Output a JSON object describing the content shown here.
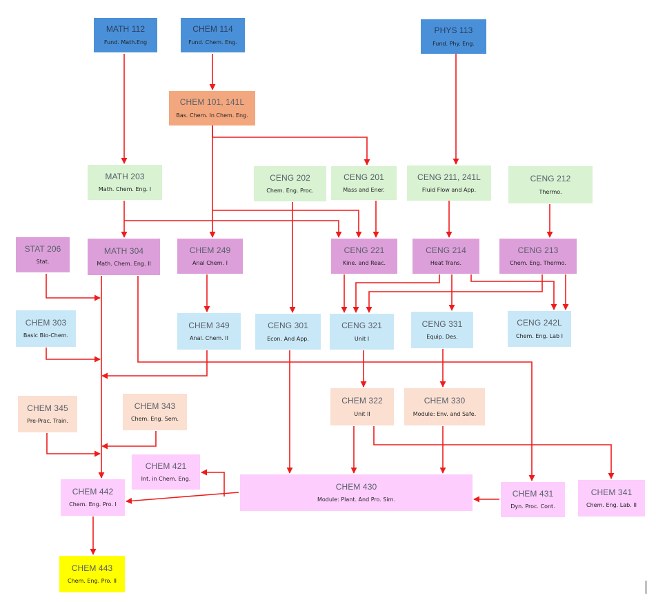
{
  "colors": {
    "arrow": "#ee1c1c",
    "blue": "#4a90d9",
    "orange": "#f3a77f",
    "light_green": "#d8f2d2",
    "purple": "#dd9fda",
    "light_blue": "#c9e8f7",
    "peach": "#fbdfd0",
    "pink": "#fdcdfd",
    "yellow": "#ffff00"
  },
  "courses": {
    "math112": {
      "code": "MATH 112",
      "name": "Fund. Math.Eng",
      "color": "#4a90d9"
    },
    "chem114": {
      "code": "CHEM 114",
      "name": "Fund. Chem. Eng.",
      "color": "#4a90d9"
    },
    "phys113": {
      "code": "PHYS 113",
      "name": "Fund. Phy. Eng.",
      "color": "#4a90d9"
    },
    "chem101": {
      "code": "CHEM 101, 141L",
      "name": "Bas. Chem. In Chem. Eng.",
      "color": "#f3a77f"
    },
    "math203": {
      "code": "MATH 203",
      "name": "Math. Chem. Eng. I",
      "color": "#d8f2d2"
    },
    "ceng202": {
      "code": "CENG 202",
      "name": "Chem. Eng. Proc.",
      "color": "#d8f2d2"
    },
    "ceng201": {
      "code": "CENG 201",
      "name": "Mass and Ener.",
      "color": "#d8f2d2"
    },
    "ceng211": {
      "code": "CENG 211, 241L",
      "name": "Fluid Flow and App.",
      "color": "#d8f2d2"
    },
    "ceng212": {
      "code": "CENG 212",
      "name": "Thermo.",
      "color": "#d8f2d2"
    },
    "stat206": {
      "code": "STAT 206",
      "name": "Stat.",
      "color": "#dd9fda"
    },
    "math304": {
      "code": "MATH 304",
      "name": "Math. Chem. Eng. II",
      "color": "#dd9fda"
    },
    "chem249": {
      "code": "CHEM 249",
      "name": "Anal Chem. I",
      "color": "#dd9fda"
    },
    "ceng221": {
      "code": "CENG 221",
      "name": "Kine. and Reac.",
      "color": "#dd9fda"
    },
    "ceng214": {
      "code": "CENG 214",
      "name": "Heat Trans.",
      "color": "#dd9fda"
    },
    "ceng213": {
      "code": "CENG 213",
      "name": "Chem. Eng. Thermo.",
      "color": "#dd9fda"
    },
    "chem303": {
      "code": "CHEM 303",
      "name": "Basic Bio-Chem.",
      "color": "#c9e8f7"
    },
    "chem349": {
      "code": "CHEM 349",
      "name": "Anal. Chem. II",
      "color": "#c9e8f7"
    },
    "ceng301": {
      "code": "CENG 301",
      "name": "Econ. And App.",
      "color": "#c9e8f7"
    },
    "ceng321": {
      "code": "CENG 321",
      "name": "Unit I",
      "color": "#c9e8f7"
    },
    "ceng331": {
      "code": "CENG 331",
      "name": "Equip. Des.",
      "color": "#c9e8f7"
    },
    "ceng242l": {
      "code": "CENG 242L",
      "name": "Chem. Eng. Lab I",
      "color": "#c9e8f7"
    },
    "chem322": {
      "code": "CHEM 322",
      "name": "Unit II",
      "color": "#fbdfd0"
    },
    "chem330": {
      "code": "CHEM 330",
      "name": "Module: Env. and Safe.",
      "color": "#fbdfd0"
    },
    "chem345": {
      "code": "CHEM 345",
      "name": "Pre-Prac. Train.",
      "color": "#fbdfd0"
    },
    "chem343": {
      "code": "CHEM 343",
      "name": "Chem. Eng. Sem.",
      "color": "#fbdfd0"
    },
    "chem421": {
      "code": "CHEM 421",
      "name": "Int. in Chem. Eng.",
      "color": "#fdcdfd"
    },
    "chem430": {
      "code": "CHEM 430",
      "name": "Module: Plant. And Pro. Sim.",
      "color": "#fdcdfd"
    },
    "chem442": {
      "code": "CHEM 442",
      "name": "Chem. Eng. Pro. I",
      "color": "#fdcdfd"
    },
    "chem431": {
      "code": "CHEM 431",
      "name": "Dyn. Proc. Cont.",
      "color": "#fdcdfd"
    },
    "chem341": {
      "code": "CHEM 341",
      "name": "Chem. Eng. Lab. II",
      "color": "#fdcdfd"
    },
    "chem443": {
      "code": "CHEM 443",
      "name": "Chem. Eng. Pro. II",
      "color": "#ffff00"
    }
  },
  "prerequisites": [
    {
      "from": "math112",
      "to": "math203"
    },
    {
      "from": "chem114",
      "to": "chem101"
    },
    {
      "from": "phys113",
      "to": "ceng211"
    },
    {
      "from": "chem101",
      "to": "ceng201"
    },
    {
      "from": "chem101",
      "to": "chem249"
    },
    {
      "from": "chem101",
      "to": "ceng221"
    },
    {
      "from": "math203",
      "to": "math304"
    },
    {
      "from": "math203",
      "to": "ceng221"
    },
    {
      "from": "ceng201",
      "to": "ceng221"
    },
    {
      "from": "ceng211",
      "to": "ceng214"
    },
    {
      "from": "ceng212",
      "to": "ceng213"
    },
    {
      "from": "chem249",
      "to": "chem349"
    },
    {
      "from": "ceng202",
      "to": "ceng301"
    },
    {
      "from": "ceng221",
      "to": "ceng321"
    },
    {
      "from": "ceng214",
      "to": "ceng321"
    },
    {
      "from": "ceng214",
      "to": "ceng331"
    },
    {
      "from": "ceng214",
      "to": "ceng242l"
    },
    {
      "from": "ceng213",
      "to": "ceng321"
    },
    {
      "from": "ceng213",
      "to": "ceng242l"
    },
    {
      "from": "ceng321",
      "to": "chem322"
    },
    {
      "from": "ceng331",
      "to": "chem330"
    },
    {
      "from": "ceng301",
      "to": "chem430"
    },
    {
      "from": "chem322",
      "to": "chem430"
    },
    {
      "from": "chem322",
      "to": "chem341"
    },
    {
      "from": "chem330",
      "to": "chem430"
    },
    {
      "from": "math304",
      "to": "chem431"
    },
    {
      "from": "chem430",
      "to": "chem421"
    },
    {
      "from": "chem430",
      "to": "chem442"
    },
    {
      "from": "chem431",
      "to": "chem430"
    },
    {
      "from": "stat206",
      "to": "chem442"
    },
    {
      "from": "chem303",
      "to": "chem442"
    },
    {
      "from": "chem349",
      "to": "chem442"
    },
    {
      "from": "chem345",
      "to": "chem442"
    },
    {
      "from": "chem343",
      "to": "chem442"
    },
    {
      "from": "math304",
      "to": "chem442"
    },
    {
      "from": "chem442",
      "to": "chem443"
    }
  ]
}
